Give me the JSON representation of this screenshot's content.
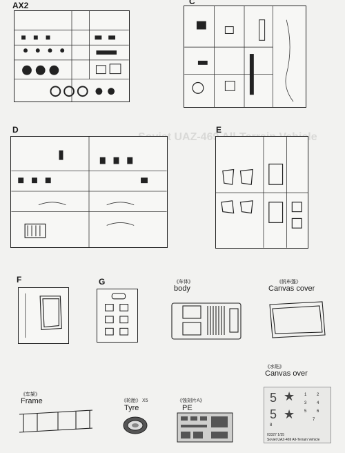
{
  "sprues": {
    "ax2": {
      "label": "AX2"
    },
    "c": {
      "label": "C"
    },
    "d": {
      "label": "D"
    },
    "e": {
      "label": "E"
    },
    "f": {
      "label": "F"
    },
    "g": {
      "label": "G"
    }
  },
  "parts": {
    "body": {
      "cn": "《车体》",
      "label": "body"
    },
    "canvas_cover": {
      "cn": "《帆布篷》",
      "label": "Canvas cover"
    },
    "canvas_over": {
      "cn": "《水贴》",
      "label": "Canvas over"
    },
    "frame": {
      "cn": "《车架》",
      "label": "Frame"
    },
    "tyre": {
      "cn": "《轮胎》",
      "qty": "X5",
      "label": "Tyre"
    },
    "pe": {
      "cn": "《蚀刻片A》",
      "label": "PE"
    }
  },
  "decals": {
    "numbers": [
      "1",
      "2",
      "3",
      "4",
      "5",
      "6",
      "7",
      "8"
    ],
    "big_numbers": [
      "5",
      "5"
    ],
    "caption_code": "03327",
    "caption_scale": "1/35",
    "caption_title": "Soviet UAZ-469 All-Terrain Vehicle"
  }
}
